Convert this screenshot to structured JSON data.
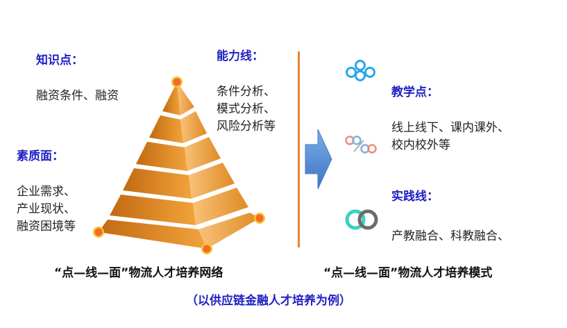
{
  "left": {
    "knowledge": {
      "heading": "知识点：",
      "lines": [
        "融资条件、融资"
      ]
    },
    "ability": {
      "heading": "能力线：",
      "lines": [
        "条件分析、",
        "模式分析、",
        "风险分析等"
      ]
    },
    "quality": {
      "heading": "素质面：",
      "lines": [
        "企业需求、",
        "产业现状、",
        "融资困境等"
      ]
    },
    "caption": "“点—线—面”物流人才培养网络"
  },
  "right": {
    "teaching": {
      "heading": "教学点：",
      "lines": [
        "线上线下、课内课外、",
        "校内校外等"
      ]
    },
    "practice": {
      "heading": "实践线：",
      "lines": [
        "产教融合、科教融合、"
      ]
    },
    "caption": "“点—线—面”物流人才培养模式"
  },
  "note": "（以供应链金融人才培养为例）",
  "colors": {
    "heading": "#1f1fc4",
    "pyramid": "#f0a43c",
    "pyramid_dark": "#c9741a",
    "node": "#f28a2e",
    "node_ring": "#f7c52b",
    "divider": "#e8842f",
    "arrow": "#5b8fd8",
    "icon_blue": "#2aa7e6",
    "icon_rings_blue": "#7fb0e0",
    "icon_rings_orange": "#f08a76",
    "icon_link_teal": "#3ccfc5",
    "icon_link_grey": "#6b6b6b"
  },
  "icons": [
    "three-circles-icon",
    "two-rings-icon",
    "linked-rings-icon"
  ]
}
